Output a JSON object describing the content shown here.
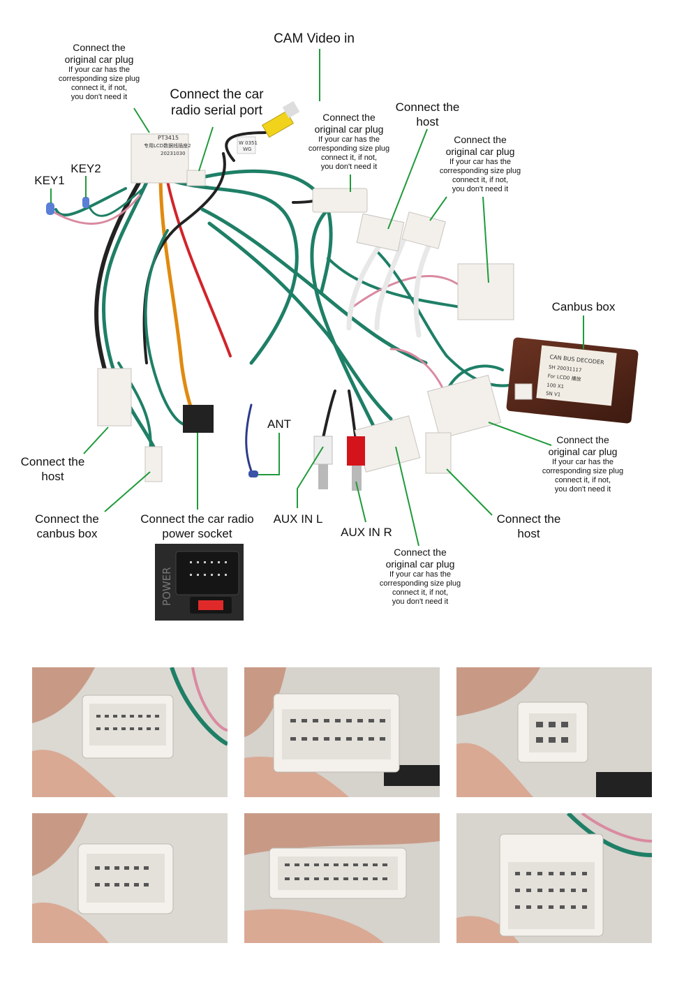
{
  "labels": {
    "top_plug": {
      "title": [
        "Connect the",
        "original car plug"
      ],
      "note": [
        "If your car has the",
        "corresponding size plug",
        "connect it, if not,",
        "you don't need it"
      ]
    },
    "cam": {
      "title": [
        "CAM Video in"
      ]
    },
    "serial": {
      "title": [
        "Connect the car",
        "radio  serial port"
      ]
    },
    "mid_plug": {
      "title": [
        "Connect the",
        "original car plug"
      ],
      "note": [
        "If your car has the",
        "corresponding size plug",
        "connect it, if not,",
        "you don't need it"
      ]
    },
    "host_top": {
      "title": [
        "Connect the",
        "host"
      ]
    },
    "right_plug": {
      "title": [
        "Connect the",
        "original car plug"
      ],
      "note": [
        "If your car has the",
        "corresponding size plug",
        "connect it, if not,",
        "you don't need it"
      ]
    },
    "key1": {
      "title": [
        "KEY1"
      ]
    },
    "key2": {
      "title": [
        "KEY2"
      ]
    },
    "canbus_box": {
      "title": [
        "Canbus box"
      ]
    },
    "host_left": {
      "title": [
        "Connect the",
        "host"
      ]
    },
    "ant": {
      "title": [
        "ANT"
      ]
    },
    "canbus_plug": {
      "title": [
        "Connect the",
        "original car plug"
      ],
      "note": [
        "If your car has the",
        "corresponding size plug",
        "connect it, if not,",
        "you don't need it"
      ]
    },
    "canbus_conn": {
      "title": [
        "Connect the",
        "canbus box"
      ]
    },
    "power": {
      "title": [
        "Connect the car radio",
        "power socket"
      ]
    },
    "aux_l": {
      "title": [
        "AUX IN L"
      ]
    },
    "aux_r": {
      "title": [
        "AUX IN R"
      ]
    },
    "host_right": {
      "title": [
        "Connect the",
        "host"
      ]
    },
    "bottom_plug": {
      "title": [
        "Connect the",
        "original car plug"
      ],
      "note": [
        "If your car has the",
        "corresponding size plug",
        "connect it, if not,",
        "you don't need it"
      ]
    }
  },
  "printed_marks": {
    "power_socket": "POWER",
    "cam_tag": [
      "W 0351",
      "WG"
    ],
    "harness_tag": [
      "PT3415",
      "专用LCD数据线插座2",
      "20231030"
    ],
    "canbus_text": [
      "CAN BUS DECODER",
      "SH 20031117",
      "For  LCD0  播放",
      "100 X1",
      "SN V1"
    ]
  },
  "colors": {
    "callout_line": "#1f9a3a",
    "wire_green": "#1e7f66",
    "wire_pink": "#d98aa0",
    "plug_white": "#f3f0ec",
    "canbus_brown": "#5a2a1c"
  }
}
